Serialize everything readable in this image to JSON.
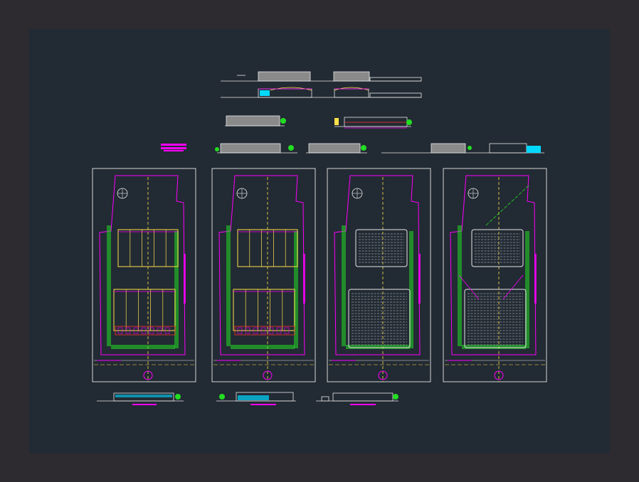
{
  "colors": {
    "outer_frame": "#2d2a30",
    "model_space": "#222a33",
    "white_line": "#e8e8e8",
    "magenta": "#ff00ff",
    "yellow": "#ffe14a",
    "green": "#22dd22",
    "cyan": "#00d8ff",
    "red": "#ff3030",
    "gray_fill": "#8a8a8a"
  },
  "drawing": {
    "sheets": [
      {
        "id": "plan-1",
        "style": "yellow-bays"
      },
      {
        "id": "plan-2",
        "style": "yellow-bays"
      },
      {
        "id": "plan-3",
        "style": "white-modules"
      },
      {
        "id": "plan-4",
        "style": "white-modules-diagonal"
      }
    ],
    "elevations": [
      {
        "id": "elevation-bottom-1"
      },
      {
        "id": "elevation-bottom-2"
      },
      {
        "id": "elevation-bottom-3"
      }
    ]
  }
}
